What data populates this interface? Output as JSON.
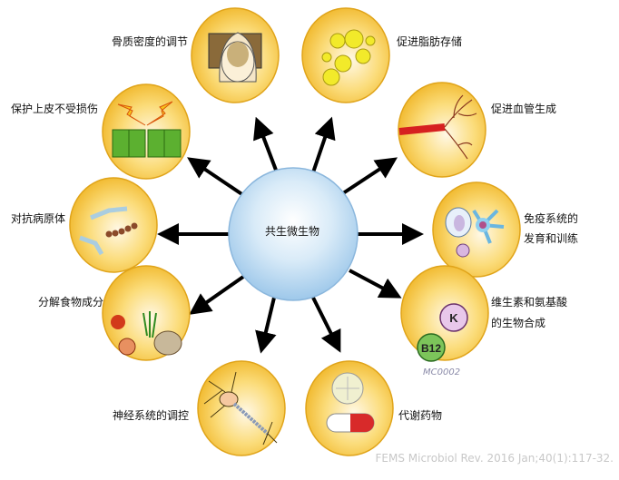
{
  "center": {
    "label": "共生微生物",
    "color": "#bcd9f0"
  },
  "satellite_color": "#f5c233",
  "arrow_color": "#000000",
  "functions": [
    {
      "id": "bone",
      "label": "骨质密度的调节",
      "icon": "bone-cell-icon"
    },
    {
      "id": "fat",
      "label": "促进脂肪存储",
      "icon": "fat-droplets-icon"
    },
    {
      "id": "epithelium",
      "label": "保护上皮不受损伤",
      "icon": "epithelium-lightning-icon"
    },
    {
      "id": "vessel",
      "label": "促进血管生成",
      "icon": "blood-vessel-icon"
    },
    {
      "id": "pathogen",
      "label": "对抗病原体",
      "icon": "bacteria-icon"
    },
    {
      "id": "immune",
      "label_line1": "免疫系统的",
      "label_line2": "发育和训练",
      "icon": "immune-cells-icon"
    },
    {
      "id": "food",
      "label": "分解食物成分",
      "icon": "food-icon"
    },
    {
      "id": "vitamin",
      "label_line1": "维生素和氨基酸",
      "label_line2": "的生物合成",
      "icon": "vitamin-icon",
      "badges": [
        "K",
        "B12"
      ]
    },
    {
      "id": "nerve",
      "label": "神经系统的调控",
      "icon": "neuron-icon"
    },
    {
      "id": "drug",
      "label": "代谢药物",
      "icon": "pill-icon"
    }
  ],
  "watermark": "MC0002",
  "citation": "FEMS Microbiol Rev. 2016 Jan;40(1):117-32."
}
